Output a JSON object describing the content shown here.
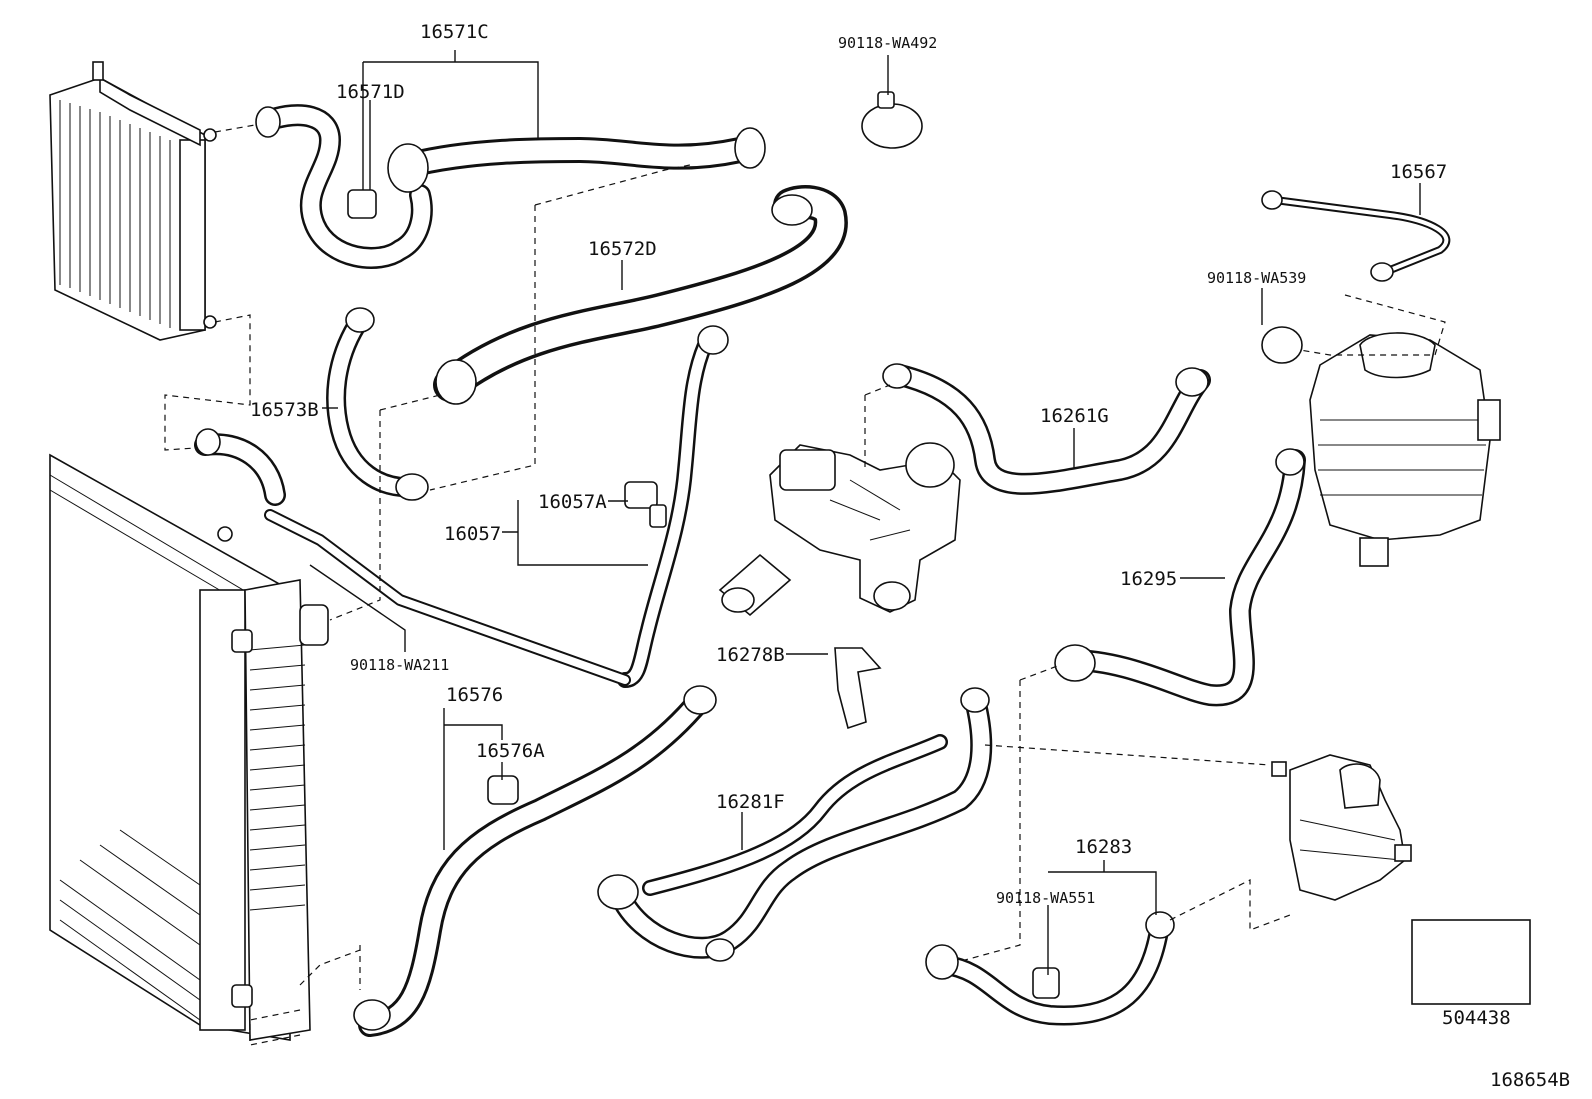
{
  "title": "",
  "labels": {
    "p16571C": "16571C",
    "p16571D": "16571D",
    "p90118_WA492": "90118-WA492",
    "p16572D": "16572D",
    "p16567": "16567",
    "p90118_WA539": "90118-WA539",
    "p16573B": "16573B",
    "p16261G": "16261G",
    "p16057A": "16057A",
    "p16057": "16057",
    "p16295": "16295",
    "p90118_WA211": "90118-WA211",
    "p16576": "16576",
    "p16278B": "16278B",
    "p16576A": "16576A",
    "p16281F": "16281F",
    "p16283": "16283",
    "p90118_WA551": "90118-WA551"
  },
  "legend_box": {
    "code": "504438"
  },
  "diagram_id": "168654B",
  "colors": {
    "line": "#111111",
    "background": "#ffffff"
  }
}
